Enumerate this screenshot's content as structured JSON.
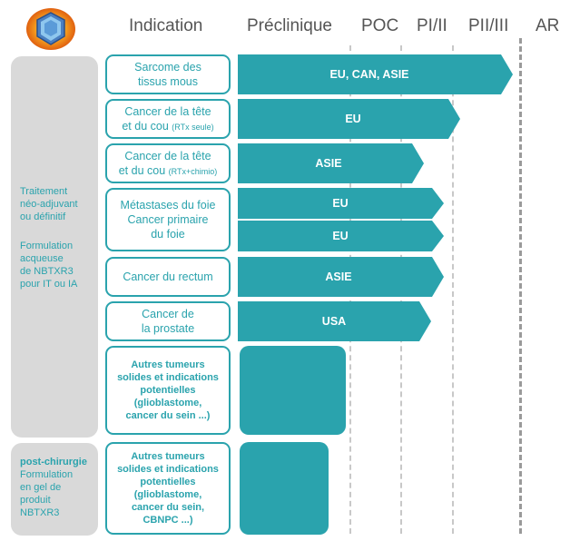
{
  "header": {
    "indication": "Indication",
    "preclinique": "Préclinique",
    "poc": "POC",
    "p12": "PI/II",
    "p23": "PII/III",
    "ar": "AR"
  },
  "colors": {
    "accent": "#2aa3ad",
    "sidebar": "#d9d9d9",
    "text_dark": "#555555"
  },
  "sidebar_top": {
    "title_line1": "Traitement",
    "title_line2": "néo-adjuvant",
    "title_line3": "ou définitif",
    "desc_line1": "Formulation",
    "desc_line2": "acqueuse",
    "desc_line3": "de NBTXR3",
    "desc_line4": "pour IT ou IA"
  },
  "sidebar_bottom": {
    "title": "post-chirurgie",
    "line1": "Formulation",
    "line2": "en gel de",
    "line3": "produit",
    "line4": "NBTXR3"
  },
  "rows": [
    {
      "line1": "Sarcome des",
      "line2": "tissus mous",
      "bar_label": "EU, CAN, ASIE"
    },
    {
      "line1": "Cancer de la tête",
      "line2": "et du cou",
      "sub": "(RTx seule)",
      "bar_label": "EU"
    },
    {
      "line1": "Cancer de la tête",
      "line2": "et du cou",
      "sub": "(RTx+chimio)",
      "bar_label": "ASIE"
    },
    {
      "line1": "Métastases du foie",
      "line2": "Cancer primaire",
      "line3": "du foie",
      "bar_label_a": "EU",
      "bar_label_b": "EU"
    },
    {
      "line1": "Cancer du rectum",
      "bar_label": "ASIE"
    },
    {
      "line1": "Cancer de",
      "line2": "la prostate",
      "bar_label": "USA"
    },
    {
      "line1": "Autres tumeurs",
      "line2": "solides et indications",
      "line3": "potentielles",
      "line4": "(glioblastome,",
      "line5": "cancer du sein ...)"
    },
    {
      "line1": "Autres tumeurs",
      "line2": "solides et indications",
      "line3": "potentielles",
      "line4": "(glioblastome,",
      "line5": "cancer du sein,",
      "line6": "CBNPC ...)"
    }
  ]
}
